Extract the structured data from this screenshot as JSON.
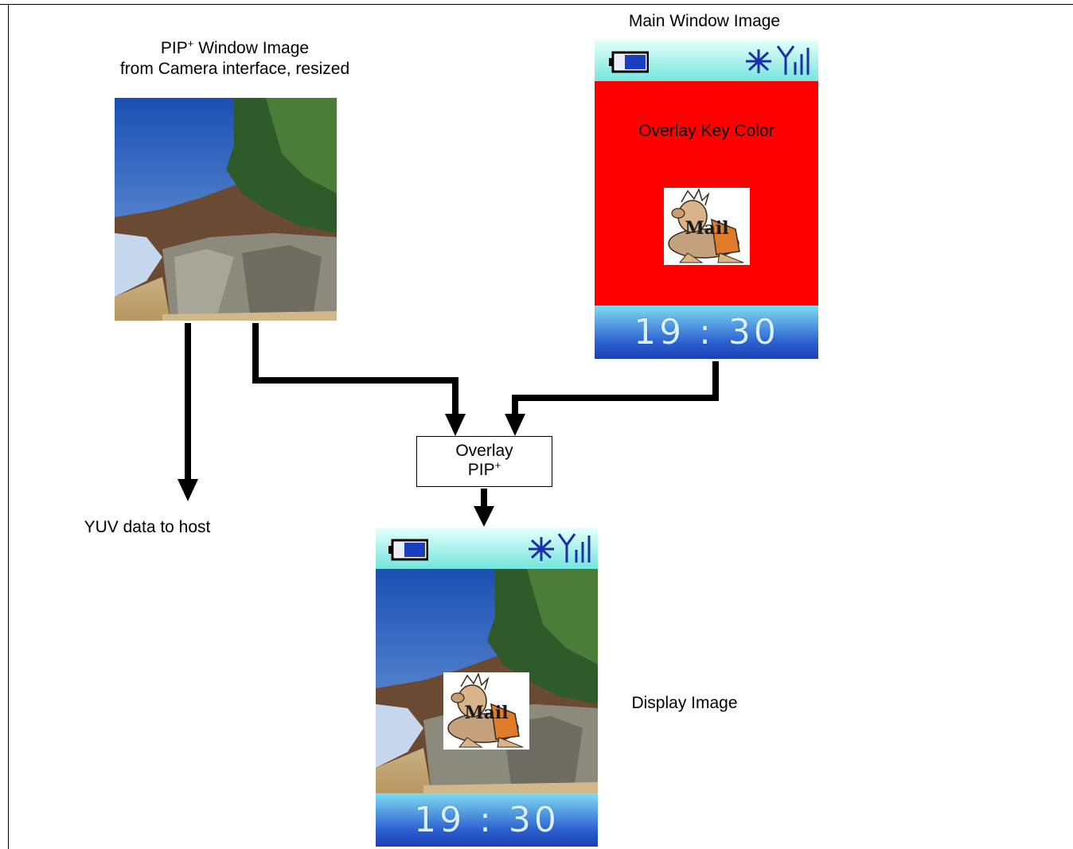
{
  "labels": {
    "pip_title_line1": "PIP",
    "pip_title_sup": "+",
    "pip_title_line1_rest": " Window Image",
    "pip_title_line2": "from Camera interface, resized",
    "main_title": "Main Window Image",
    "overlay_key_color": "Overlay Key Color",
    "overlay_line1": "Overlay",
    "overlay_line2": "PIP",
    "overlay_line2_sup": "+",
    "yuv_label": "YUV data to host",
    "display_label": "Display Image"
  },
  "phone": {
    "clock": "19 : 30",
    "mail_text": "Mail"
  },
  "colors": {
    "key_color": "#ff0000",
    "arrow": "#000000"
  },
  "icons": [
    "battery-icon",
    "bluetooth-icon",
    "signal-icon",
    "caveman-mail-icon",
    "beach-photo"
  ]
}
